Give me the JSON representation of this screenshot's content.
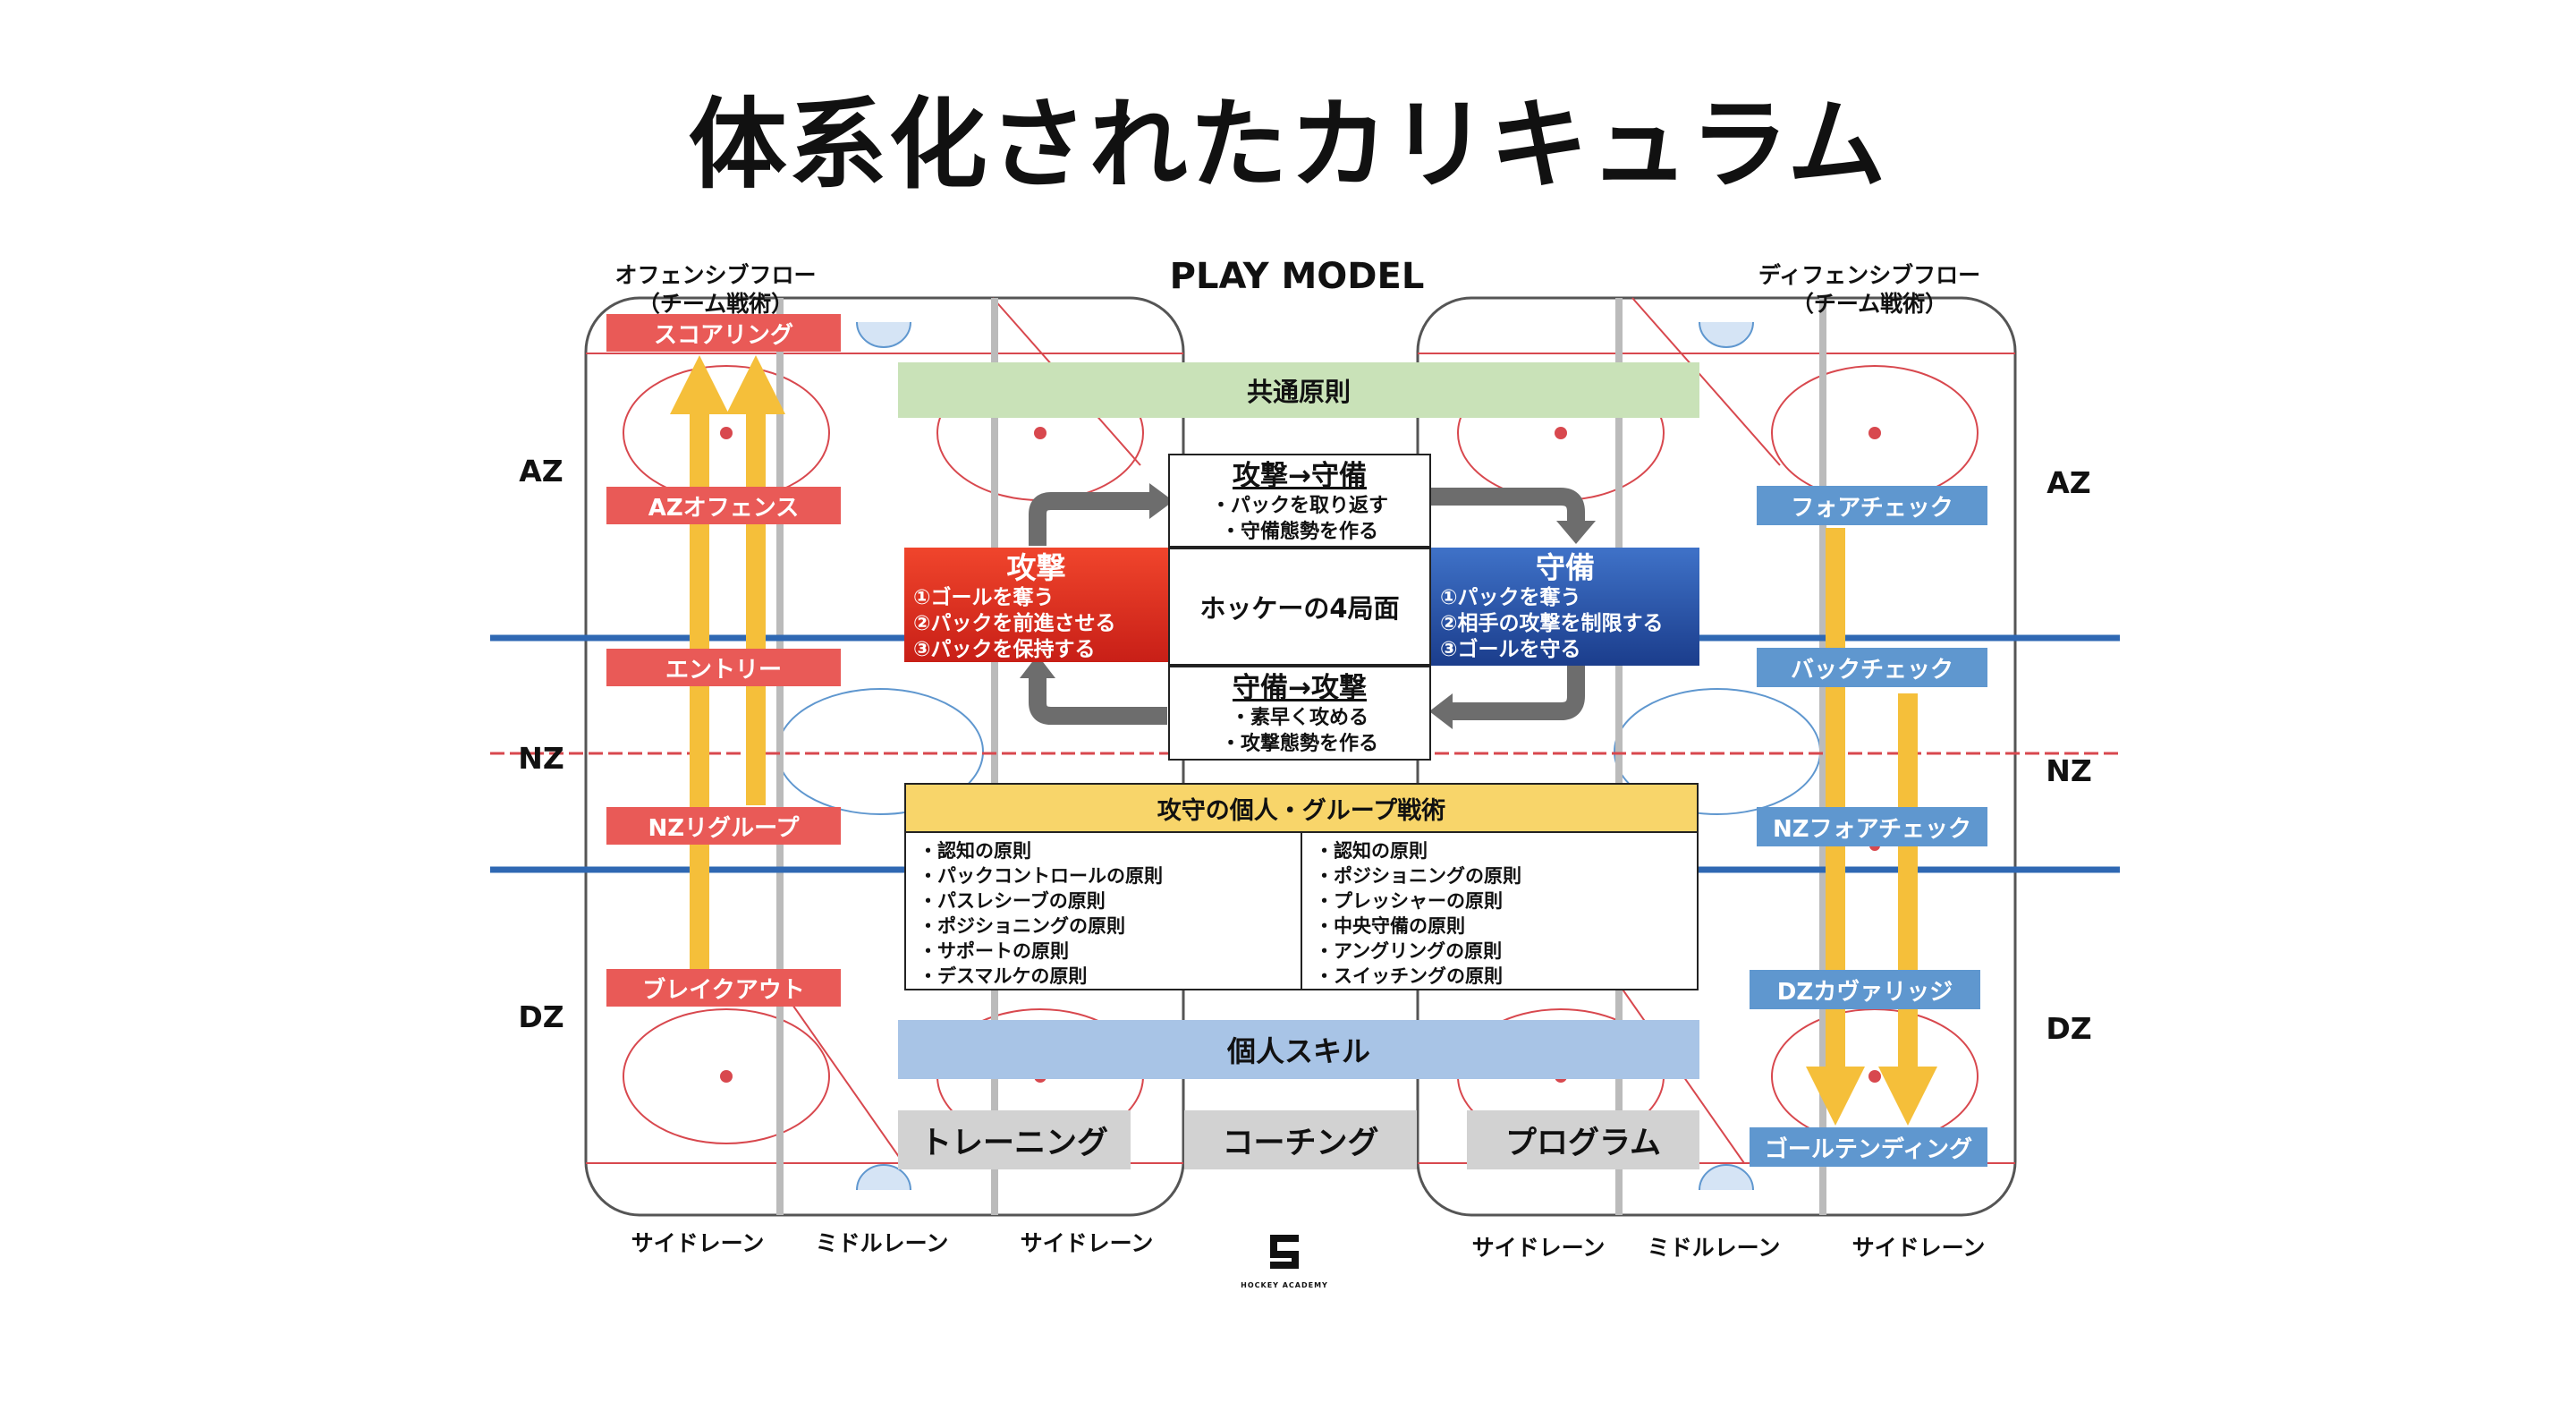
{
  "title": "体系化されたカリキュラム",
  "play_model": "PLAY MODEL",
  "offense_flow": {
    "line1": "オフェンシブフロー",
    "line2": "（チーム戦術）"
  },
  "defense_flow": {
    "line1": "ディフェンシブフロー",
    "line2": "（チーム戦術）"
  },
  "zones": {
    "az": "AZ",
    "nz": "NZ",
    "dz": "DZ"
  },
  "offense_steps": [
    "スコアリング",
    "AZオフェンス",
    "エントリー",
    "NZリグループ",
    "ブレイクアウト"
  ],
  "defense_steps": [
    "フォアチェック",
    "バックチェック",
    "NZフォアチェック",
    "DZカヴァリッジ",
    "ゴールテンディング"
  ],
  "common_principles": "共通原則",
  "transition_top": {
    "title": "攻撃→守備",
    "lines": [
      "・パックを取り返す",
      "・守備態勢を作る"
    ]
  },
  "transition_bottom": {
    "title": "守備→攻撃",
    "lines": [
      "・素早く攻める",
      "・攻撃態勢を作る"
    ]
  },
  "center_label": "ホッケーの4局面",
  "attack": {
    "title": "攻撃",
    "lines": [
      "①ゴールを奪う",
      "②パックを前進させる",
      "③パックを保持する"
    ]
  },
  "defense": {
    "title": "守備",
    "lines": [
      "①パックを奪う",
      "②相手の攻撃を制限する",
      "③ゴールを守る"
    ]
  },
  "group_tactics": {
    "title": "攻守の個人・グループ戦術",
    "left": [
      "・認知の原則",
      "・パックコントロールの原則",
      "・パスレシーブの原則",
      "・ポジショニングの原則",
      "・サポートの原則",
      "・デスマルケの原則"
    ],
    "right": [
      "・認知の原則",
      "・ポジショニングの原則",
      "・プレッシャーの原則",
      "・中央守備の原則",
      "・アングリングの原則",
      "・スイッチングの原則"
    ]
  },
  "individual_skill": "個人スキル",
  "bottom_boxes": [
    "トレーニング",
    "コーチング",
    "プログラム"
  ],
  "lanes_left": [
    "サイドレーン",
    "ミドルレーン",
    "サイドレーン"
  ],
  "lanes_right": [
    "サイドレーン",
    "ミドルレーン",
    "サイドレーン"
  ],
  "logo": {
    "mark": "S",
    "text": "HOCKEY ACADEMY"
  },
  "colors": {
    "offense_red": "#e95a57",
    "defense_blue": "#5f97cf",
    "arrow_yellow": "#f5bf3a",
    "blue_line": "#2f68b3",
    "red_line": "#d8484e",
    "common_green": "#c9e2b8",
    "skill_blue": "#a8c4e6",
    "group_yellow": "#f8d56a"
  }
}
